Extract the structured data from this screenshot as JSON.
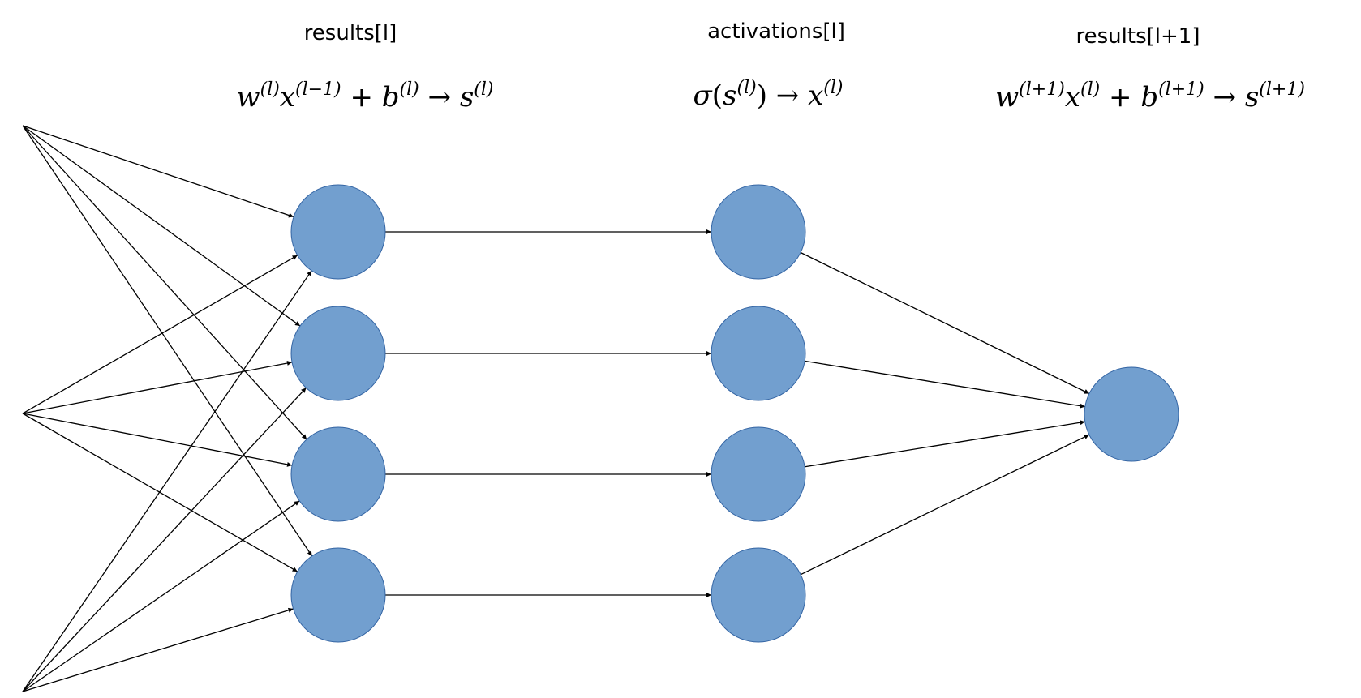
{
  "columns": [
    {
      "label": "results[l]",
      "formula": [
        {
          "t": "w"
        },
        {
          "sup": "(l)"
        },
        {
          "t": "x"
        },
        {
          "sup": "(l−1)"
        },
        {
          "op": " + "
        },
        {
          "t": "b"
        },
        {
          "sup": "(l)"
        },
        {
          "op": " → "
        },
        {
          "t": "s"
        },
        {
          "sup": "(l)"
        }
      ]
    },
    {
      "label": "activations[l]",
      "formula": [
        {
          "t": "σ"
        },
        {
          "op": "("
        },
        {
          "t": "s"
        },
        {
          "sup": "(l)"
        },
        {
          "op": ")"
        },
        {
          "op": " → "
        },
        {
          "t": "x"
        },
        {
          "sup": "(l)"
        }
      ]
    },
    {
      "label": "results[l+1]",
      "formula": [
        {
          "t": "w"
        },
        {
          "sup": "(l+1)"
        },
        {
          "t": "x"
        },
        {
          "sup": "(l)"
        },
        {
          "op": " + "
        },
        {
          "t": "b"
        },
        {
          "sup": "(l+1)"
        },
        {
          "op": " → "
        },
        {
          "t": "s"
        },
        {
          "sup": "(l+1)"
        }
      ]
    }
  ],
  "colors": {
    "node_fill": "#729fcf",
    "node_stroke": "#3465a4",
    "edge": "#000000"
  }
}
